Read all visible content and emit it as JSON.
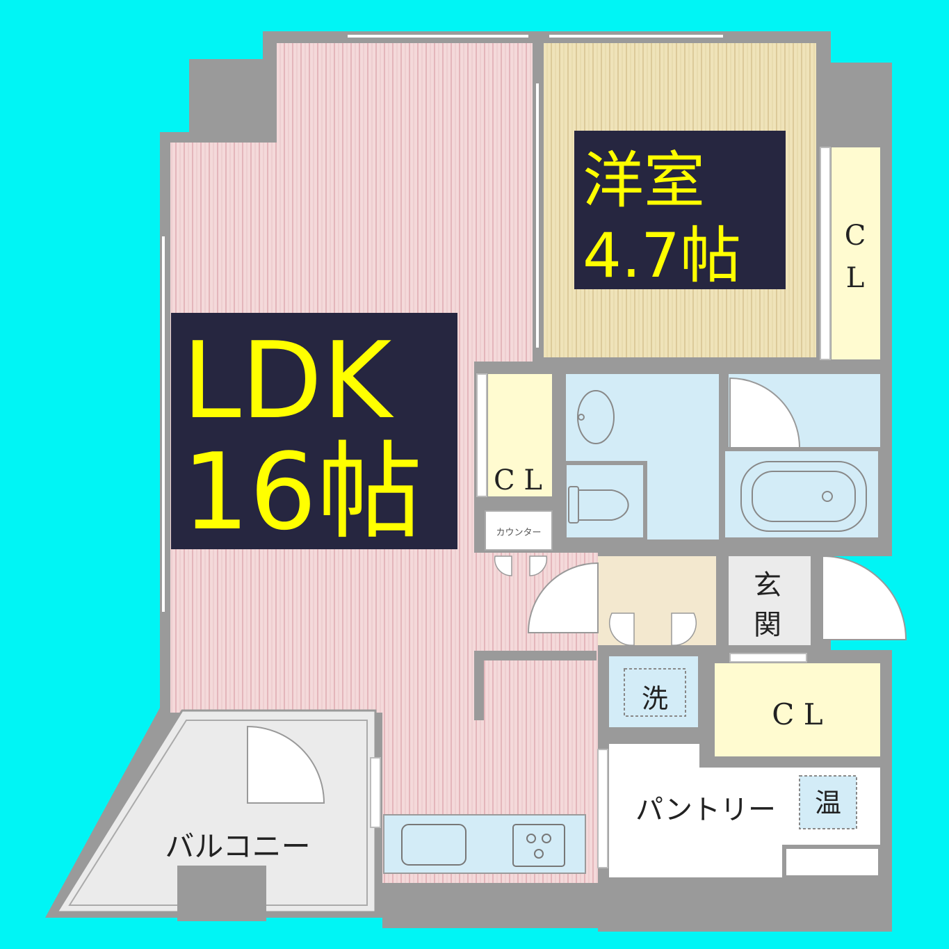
{
  "rooms": {
    "ldk": {
      "name": "LDK",
      "size": "16帖"
    },
    "western": {
      "name": "洋室",
      "size": "4.7帖"
    },
    "closet_bedroom": "C\nL",
    "closet_small": "C L",
    "counter": "カウンター",
    "entrance": "玄\n関",
    "washer": "洗",
    "closet_entrance": "C L",
    "pantry": "パントリー",
    "water_heater": "温",
    "balcony": "バルコニー"
  },
  "colors": {
    "background": "#00F5F5",
    "ldk_floor": "#F4D9DA",
    "western_floor": "#EFE3B9",
    "closet": "#FFFBD0",
    "wet_area": "#D3ECF7",
    "entrance_floor": "#F3E8CF",
    "label_box": "#262640",
    "label_text": "#FFFF00",
    "wall": "#9A9A9A"
  }
}
